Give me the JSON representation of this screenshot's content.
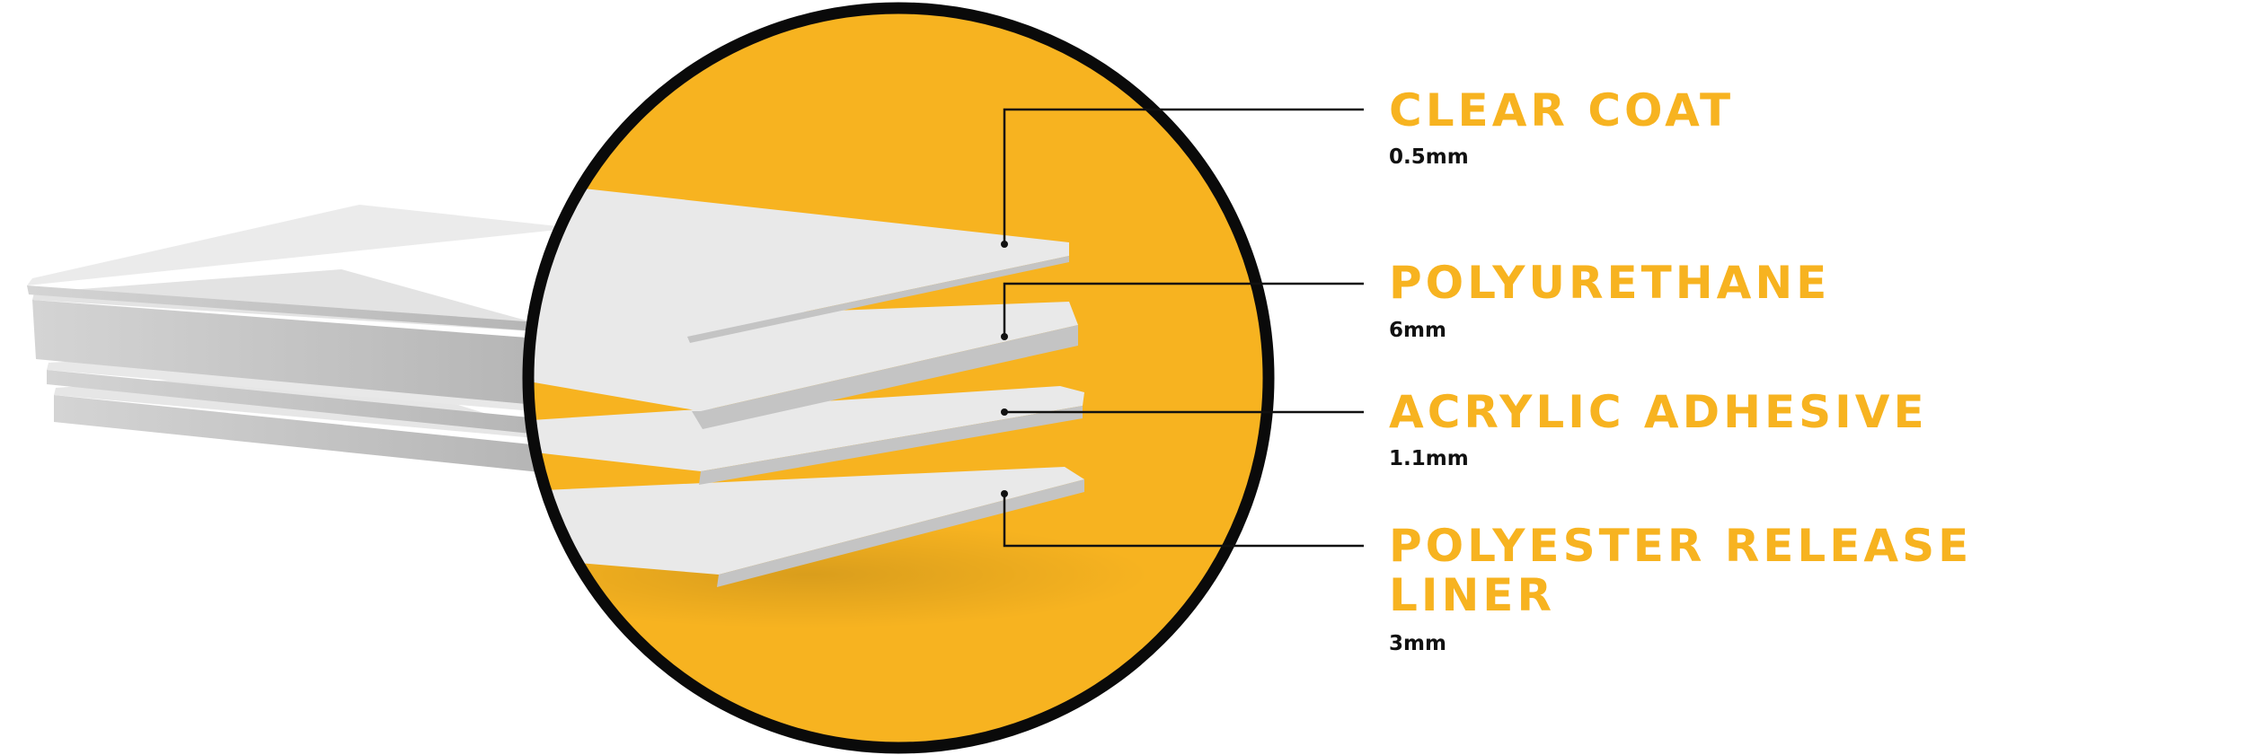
{
  "colors": {
    "accent": "#F7B320",
    "circle_outline": "#0A0A0A",
    "layer_top": "#E9E9E9",
    "layer_side": "#C4C4C4",
    "leader_line": "#111111"
  },
  "layers": [
    {
      "name": "CLEAR COAT",
      "thickness": "0.5mm"
    },
    {
      "name": "POLYURETHANE",
      "thickness": "6mm"
    },
    {
      "name": "ACRYLIC ADHESIVE",
      "thickness": "1.1mm"
    },
    {
      "name": "POLYESTER RELEASE",
      "name_line2": "LINER",
      "thickness": "3mm"
    }
  ]
}
